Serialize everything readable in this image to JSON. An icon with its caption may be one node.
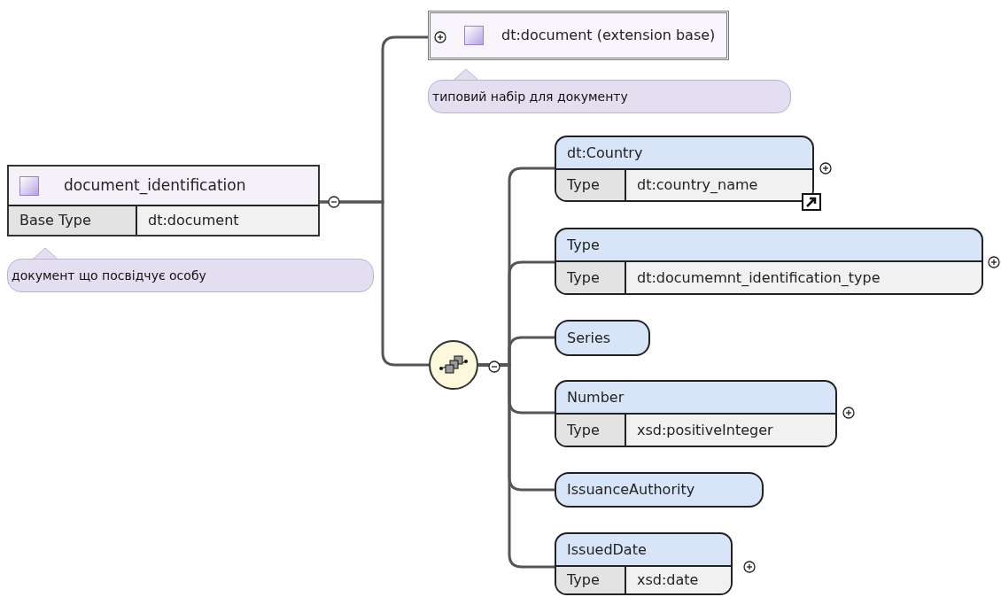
{
  "diagram": {
    "nodes": [
      {
        "text": [
          "document_identification",
          "Base Type",
          "dt:document"
        ],
        "beside": [
          "документ що посвідчує особу"
        ]
      },
      {
        "text": [
          "dt:document (extension base)"
        ],
        "beside": [
          "типовий набір для документу"
        ]
      },
      {
        "text": [],
        "shape": "circle"
      },
      {
        "text": [
          "dt:Country",
          "Type",
          "dt:country_name"
        ]
      },
      {
        "text": [
          "Type",
          "Type",
          "dt:documemnt_identification_type"
        ]
      },
      {
        "text": [
          "Series"
        ]
      },
      {
        "text": [
          "Number",
          "Type",
          "xsd:positiveInteger"
        ]
      },
      {
        "text": [
          "IssuanceAuthority"
        ]
      },
      {
        "text": [
          "IssuedDate",
          "Type",
          "xsd:date"
        ]
      }
    ],
    "edges": [
      {
        "from": 0,
        "to": 1,
        "arrow": "none"
      },
      {
        "from": 0,
        "to": 2,
        "arrow": "none"
      },
      {
        "from": 2,
        "to": 3,
        "arrow": "none"
      },
      {
        "from": 2,
        "to": 4,
        "arrow": "none"
      },
      {
        "from": 2,
        "to": 5,
        "arrow": "none"
      },
      {
        "from": 2,
        "to": 6,
        "arrow": "none"
      },
      {
        "from": 2,
        "to": 7,
        "arrow": "none"
      },
      {
        "from": 2,
        "to": 8,
        "arrow": "none"
      }
    ]
  }
}
